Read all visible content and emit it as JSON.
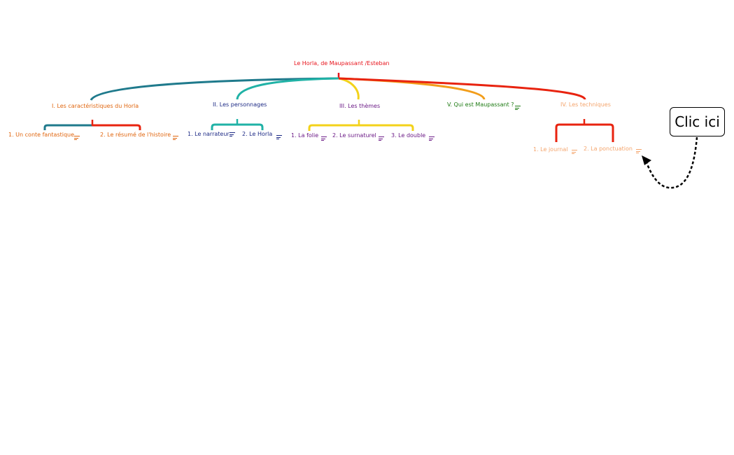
{
  "root": {
    "label": "Le Horla, de Maupassant /Esteban",
    "color": "#e8131b"
  },
  "branches": [
    {
      "label": "I. Les caractéristiques du Horla",
      "color": "#e0660f",
      "children": [
        "1. Un conte fantastique",
        "2. Le résumé de l'histoire"
      ]
    },
    {
      "label": "II. Les personnages",
      "color": "#1d2a85",
      "children": [
        "1. Le narrateur",
        "2. Le Horla"
      ]
    },
    {
      "label": "III. Les thèmes",
      "color": "#6b1a86",
      "children": [
        "1. La folie",
        "2. Le surnaturel",
        "3. Le double"
      ]
    },
    {
      "label": "V. Qui est Maupassant ?",
      "color": "#1c7a12",
      "children": []
    },
    {
      "label": "IV. Les techniques",
      "color": "#f4a56d",
      "children": [
        "1. Le journal",
        "2. La ponctuation"
      ]
    }
  ],
  "callout": {
    "label": "Clic ici"
  },
  "colors": {
    "connector_teal": "#1f7a8c",
    "connector_cyan": "#20b2a6",
    "connector_yellow": "#f3d21a",
    "connector_orange": "#f29d1a",
    "connector_red": "#e8230f"
  }
}
